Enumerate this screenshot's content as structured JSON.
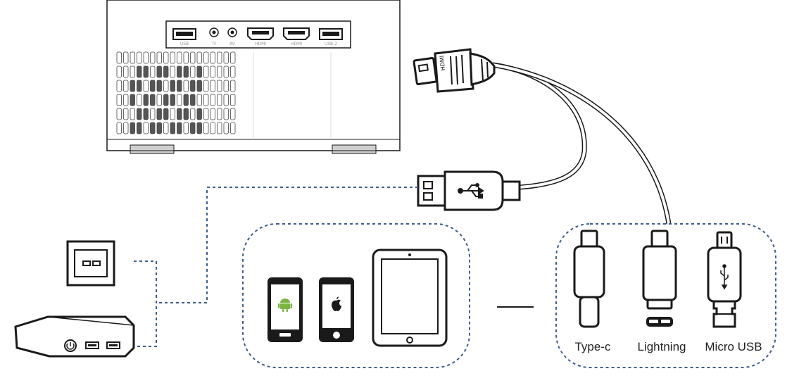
{
  "colors": {
    "dashed": "#3b5d8f",
    "stroke": "#1a1a1a",
    "android": "#7cb342",
    "panel": "#ffffff"
  },
  "projector": {
    "port_labels": [
      "USB",
      "TF",
      "AV",
      "HDMI",
      "HDMI",
      "USB-2"
    ]
  },
  "cable": {
    "hdmi_text": "HDMI"
  },
  "devices": {
    "icons": [
      "android-phone-icon",
      "iphone-icon",
      "tablet-icon"
    ]
  },
  "connectors": [
    {
      "label": "Type-c",
      "icon": "type-c-connector-icon"
    },
    {
      "label": "Lightning",
      "icon": "lightning-connector-icon"
    },
    {
      "label": "Micro USB",
      "icon": "micro-usb-connector-icon"
    }
  ]
}
